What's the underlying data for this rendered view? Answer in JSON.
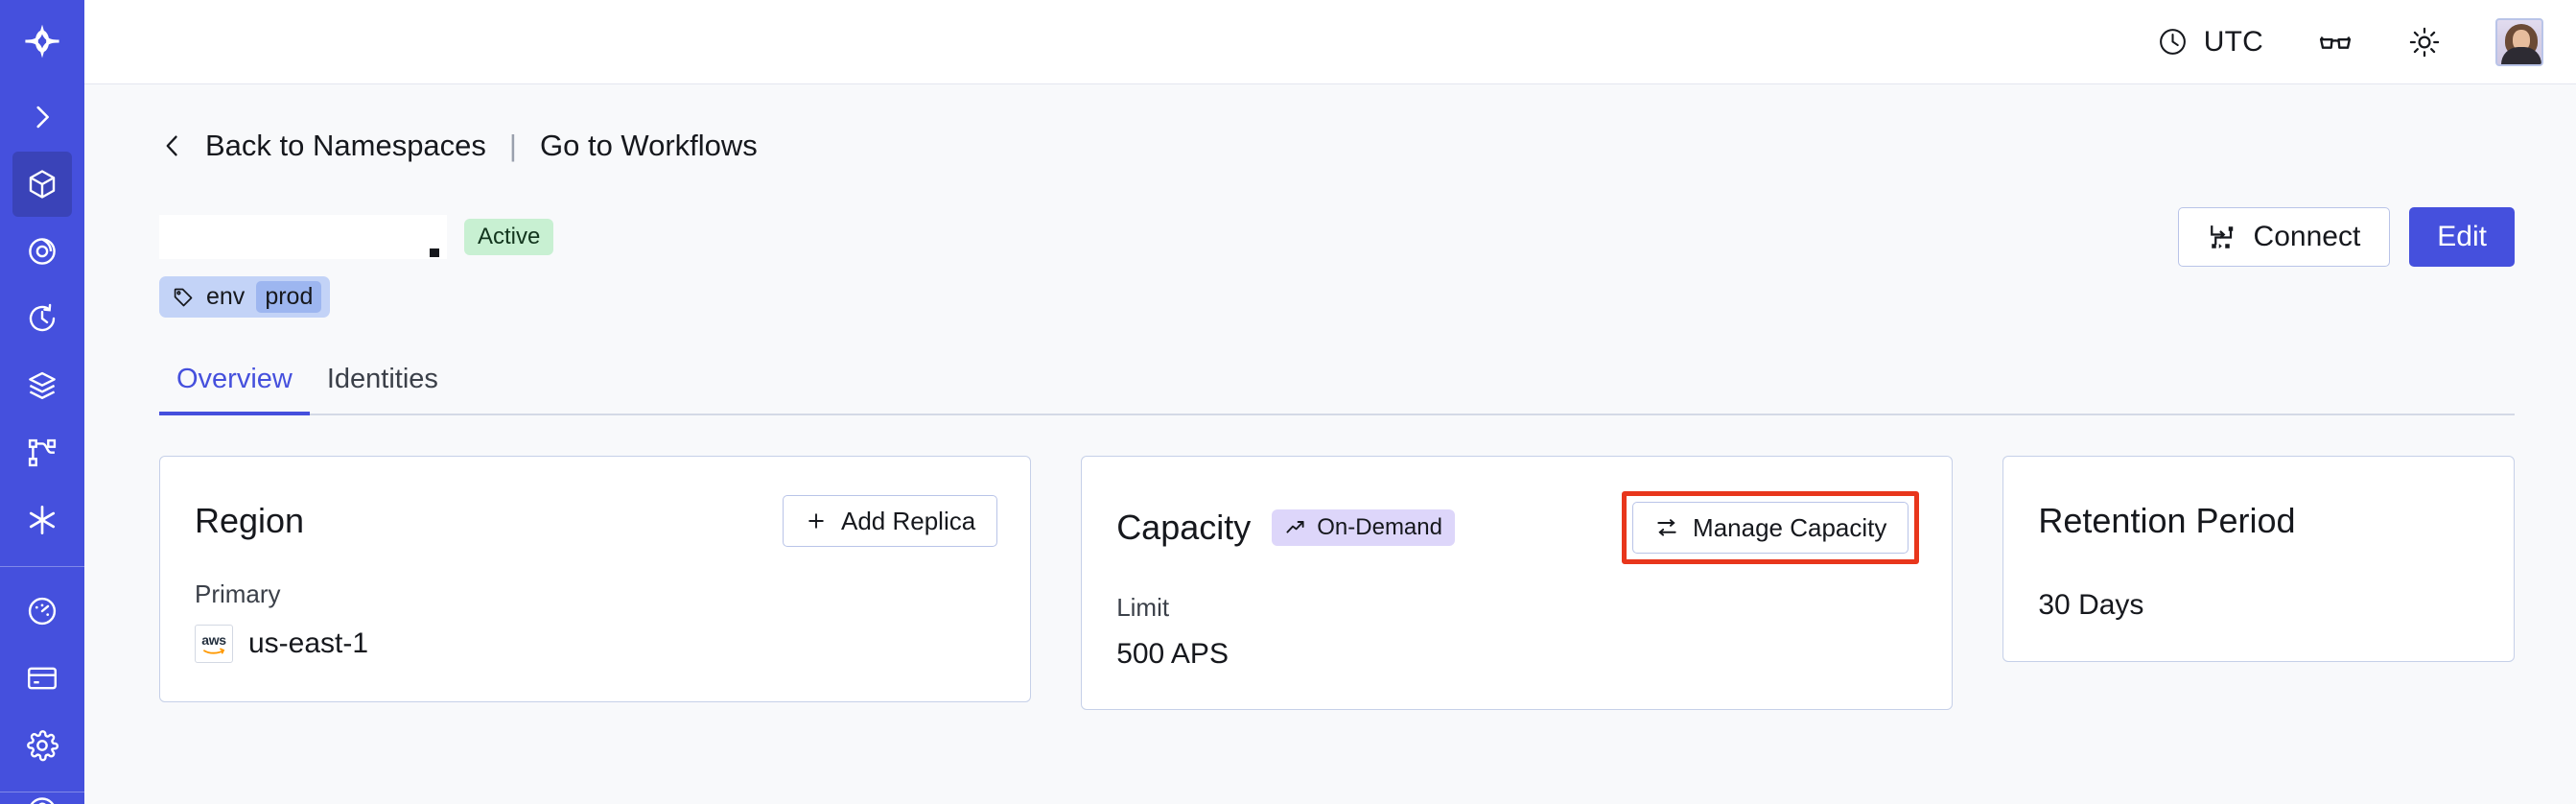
{
  "sidebar": {
    "logo_icon": "temporal-star-logo",
    "collapse_icon": "chevron-right-icon",
    "items": [
      {
        "name": "namespaces",
        "icon": "cube-icon",
        "active": true
      },
      {
        "name": "workflows",
        "icon": "target-eye-icon",
        "active": false
      },
      {
        "name": "schedules",
        "icon": "clock-history-icon",
        "active": false
      },
      {
        "name": "batch-operations",
        "icon": "layers-icon",
        "active": false
      },
      {
        "name": "nexus",
        "icon": "workflow-branch-icon",
        "active": false
      },
      {
        "name": "integrations",
        "icon": "asterisk-icon",
        "active": false
      },
      {
        "name": "usage",
        "icon": "gauge-icon",
        "active": false
      },
      {
        "name": "billing",
        "icon": "credit-card-icon",
        "active": false
      },
      {
        "name": "settings",
        "icon": "gear-icon",
        "active": false
      }
    ]
  },
  "topbar": {
    "timezone_label": "UTC",
    "timezone_icon": "clock-icon",
    "glasses_icon": "glasses-icon",
    "theme_icon": "sun-icon",
    "avatar_icon": "user-avatar"
  },
  "breadcrumb": {
    "back_icon": "chevron-left-icon",
    "back_label": "Back to Namespaces",
    "separator": "|",
    "workflows_link": "Go to Workflows"
  },
  "header": {
    "title": "",
    "title_redacted": true,
    "status_badge": "Active",
    "connect_label": "Connect",
    "connect_icon": "workflow-connect-icon",
    "edit_label": "Edit",
    "tag": {
      "icon": "tag-icon",
      "key": "env",
      "value": "prod"
    }
  },
  "tabs": [
    {
      "label": "Overview",
      "active": true
    },
    {
      "label": "Identities",
      "active": false
    }
  ],
  "cards": {
    "region": {
      "title": "Region",
      "action_label": "Add Replica",
      "action_icon": "plus-icon",
      "label": "Primary",
      "provider_icon": "aws-logo",
      "provider_text": "aws",
      "value": "us-east-1"
    },
    "capacity": {
      "title": "Capacity",
      "badge_label": "On-Demand",
      "badge_icon": "trending-up-icon",
      "action_label": "Manage Capacity",
      "action_icon": "sliders-icon",
      "action_highlighted": true,
      "label": "Limit",
      "value": "500 APS"
    },
    "retention": {
      "title": "Retention Period",
      "value": "30 Days"
    }
  },
  "colors": {
    "sidebar_blue": "#4550dd",
    "accent": "#4550dd",
    "active_badge_bg": "#c8f0d2",
    "ondemand_badge_bg": "#ddd6fa",
    "tag_bg": "#c3d3f7",
    "tag_value_bg": "#9db6f0",
    "annotation_red": "#e8361c",
    "page_bg": "#f8f9fb"
  }
}
